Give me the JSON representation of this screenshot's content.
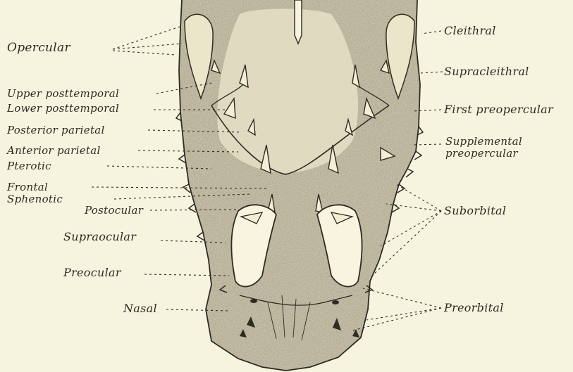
{
  "labels": {
    "opercular": "Opercular",
    "upper_posttemporal": "Upper posttemporal",
    "lower_posttemporal": "Lower posttemporal",
    "posterior_parietal": "Posterior parietal",
    "anterior_parietal": "Anterior parietal",
    "pterotic": "Pterotic",
    "frontal": "Frontal",
    "sphenotic": "Sphenotic",
    "postocular": "Postocular",
    "supraocular": "Supraocular",
    "preocular": "Preocular",
    "nasal": "Nasal",
    "cleithral": "Cleithral",
    "supracleithral": "Supracleithral",
    "first_preopercular": "First preopercular",
    "supplemental_line1": "Supplemental",
    "supplemental_line2": "preopercular",
    "suborbital": "Suborbital",
    "preorbital": "Preorbital"
  },
  "colors": {
    "paper": "#f6f3df",
    "ink": "#2e2b22",
    "stipple": "#6b6455"
  }
}
